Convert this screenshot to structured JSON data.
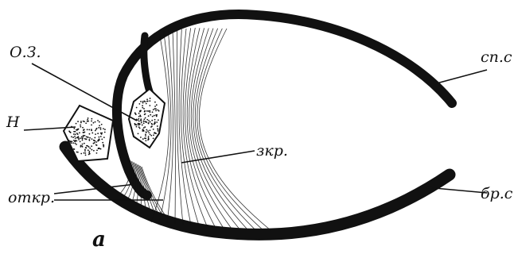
{
  "labels": {
    "panel": "а",
    "ligament_zone": "О.З.",
    "node": "Н",
    "opening_muscle": "откр.",
    "closing_muscle": "зкр.",
    "dorsal_valve": "сп.с",
    "ventral_valve": "бр.с"
  }
}
